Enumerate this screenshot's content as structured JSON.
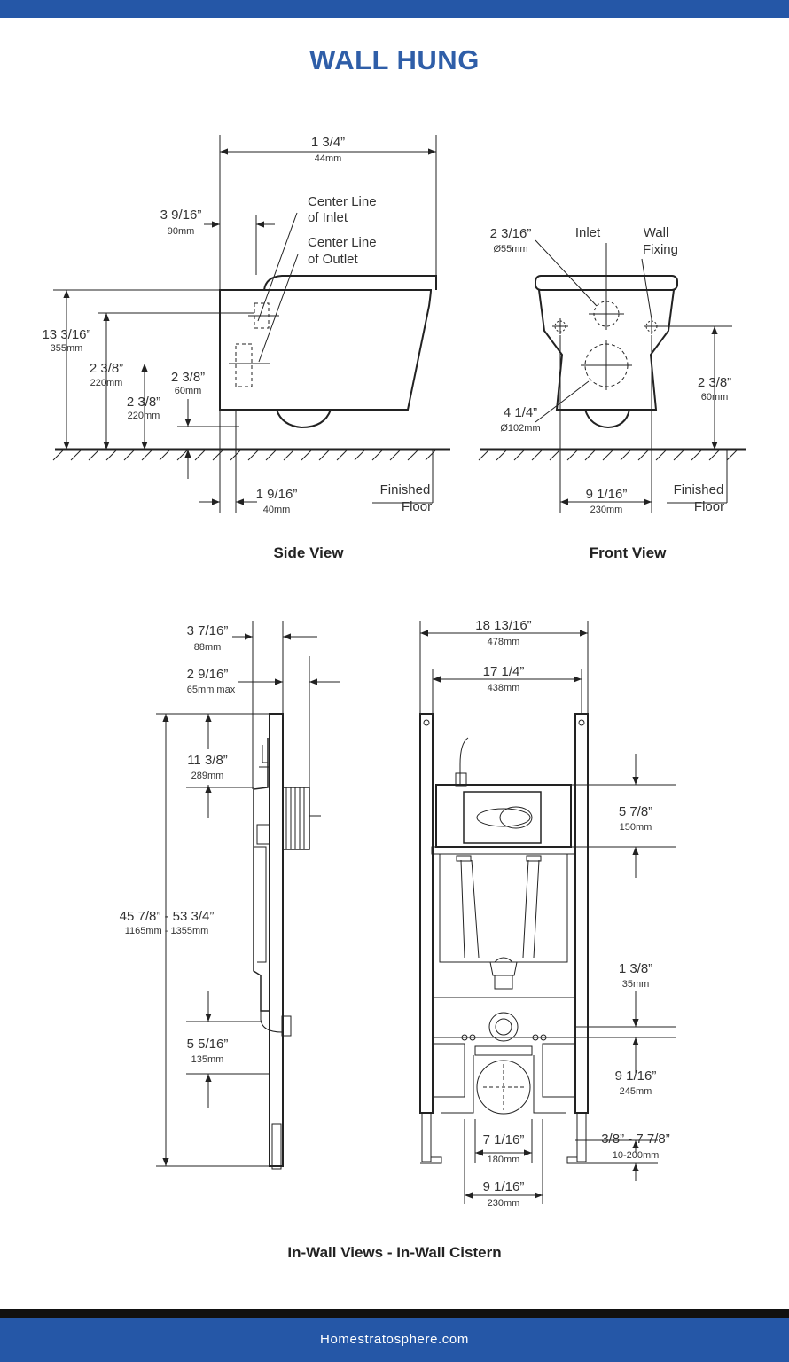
{
  "title": "WALL HUNG",
  "footer": "Homestratosphere.com",
  "colors": {
    "brand": "#2557a7",
    "title": "#2f5ea8"
  },
  "side_view": {
    "caption": "Side View",
    "top_width": {
      "in": "1 3/4”",
      "mm": "44mm"
    },
    "inlet_offset": {
      "in": "3 9/16”",
      "mm": "90mm"
    },
    "center_line_inlet": [
      "Center Line",
      "of Inlet"
    ],
    "center_line_outlet": [
      "Center Line",
      "of Outlet"
    ],
    "height": {
      "in": "13 3/16”",
      "mm": "355mm"
    },
    "inlet_height": {
      "in": "2 3/8”",
      "mm": "220mm"
    },
    "outlet_offset": {
      "in": "2 3/8”",
      "mm": "60mm"
    },
    "outlet_height": {
      "in": "2 3/8”",
      "mm": "220mm"
    },
    "wall_gap": {
      "in": "1 9/16”",
      "mm": "40mm"
    },
    "finished_floor": [
      "Finished",
      "Floor"
    ]
  },
  "front_view": {
    "caption": "Front View",
    "inlet_dia": {
      "in": "2 3/16”",
      "mm": "Ø55mm"
    },
    "inlet_label": "Inlet",
    "wall_fixing": [
      "Wall",
      "Fixing"
    ],
    "outlet_dia": {
      "in": "4 1/4”",
      "mm": "Ø102mm"
    },
    "fixing_height": {
      "in": "2 3/8”",
      "mm": "60mm"
    },
    "fixing_spacing": {
      "in": "9 1/16”",
      "mm": "230mm"
    },
    "finished_floor": [
      "Finished",
      "Floor"
    ]
  },
  "inwall": {
    "caption": "In-Wall Views - In-Wall Cistern",
    "depth": {
      "in": "3 7/16”",
      "mm": "88mm"
    },
    "depth2": {
      "in": "2 9/16”",
      "mm": "65mm max"
    },
    "frame_height": {
      "in": "45 7/8” - 53 3/4”",
      "mm": "1165mm - 1355mm"
    },
    "cistern_top": {
      "in": "11 3/8”",
      "mm": "289mm"
    },
    "pipe_height": {
      "in": "5 5/16”",
      "mm": "135mm"
    },
    "outer_width": {
      "in": "18 13/16”",
      "mm": "478mm"
    },
    "inner_width": {
      "in": "17 1/4”",
      "mm": "438mm"
    },
    "panel_height": {
      "in": "5 7/8”",
      "mm": "150mm"
    },
    "inlet_gap": {
      "in": "1 3/8”",
      "mm": "35mm"
    },
    "outlet_height": {
      "in": "9 1/16”",
      "mm": "245mm"
    },
    "leg_adjust": {
      "in": "3/8” - 7 7/8”",
      "mm": "10-200mm"
    },
    "bracket_spacing": {
      "in": "7 1/16”",
      "mm": "180mm"
    },
    "fixing_spacing": {
      "in": "9 1/16”",
      "mm": "230mm"
    }
  }
}
